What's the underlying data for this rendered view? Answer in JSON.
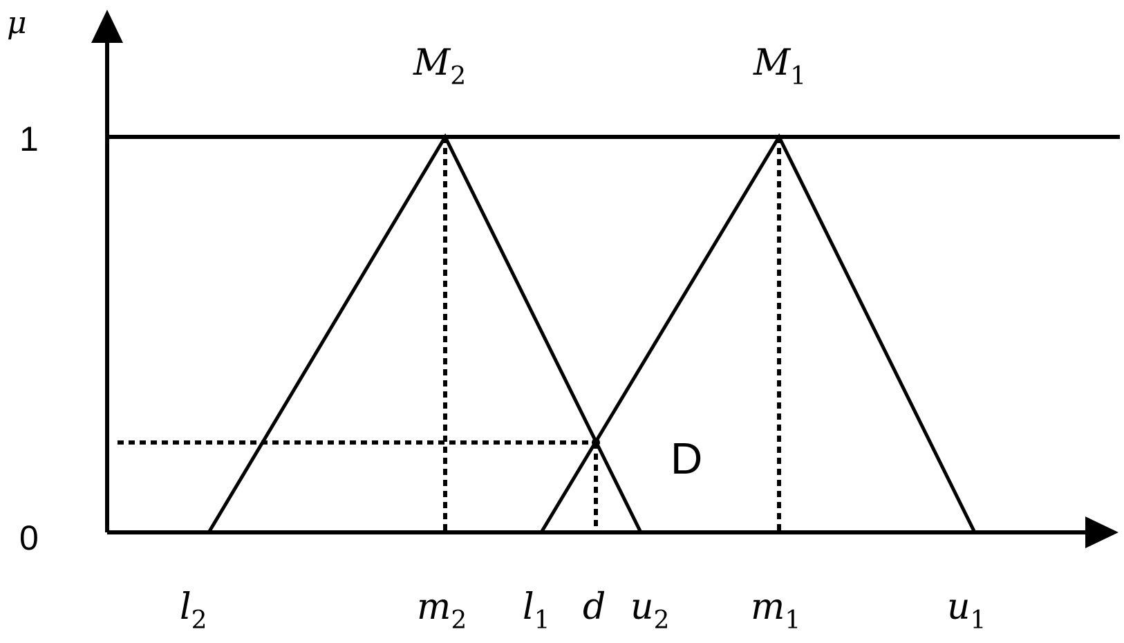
{
  "diagram": {
    "y_axis_label": "μ",
    "y_ticks": [
      {
        "name": "y-tick-one",
        "value": 1,
        "label": "1"
      },
      {
        "name": "y-tick-zero",
        "value": 0,
        "label": "0"
      }
    ],
    "x_points": [
      {
        "name": "l2",
        "letter": "l",
        "subscript": "2"
      },
      {
        "name": "m2",
        "letter": "m",
        "subscript": "2"
      },
      {
        "name": "l1",
        "letter": "l",
        "subscript": "1"
      },
      {
        "name": "d",
        "letter": "d",
        "subscript": ""
      },
      {
        "name": "u2",
        "letter": "u",
        "subscript": "2"
      },
      {
        "name": "m1",
        "letter": "m",
        "subscript": "1"
      },
      {
        "name": "u1",
        "letter": "u",
        "subscript": "1"
      }
    ],
    "fuzzy_numbers": [
      {
        "name": "M2",
        "letter": "M",
        "subscript": "2"
      },
      {
        "name": "M1",
        "letter": "M",
        "subscript": "1"
      }
    ],
    "intersection_label": "D"
  }
}
